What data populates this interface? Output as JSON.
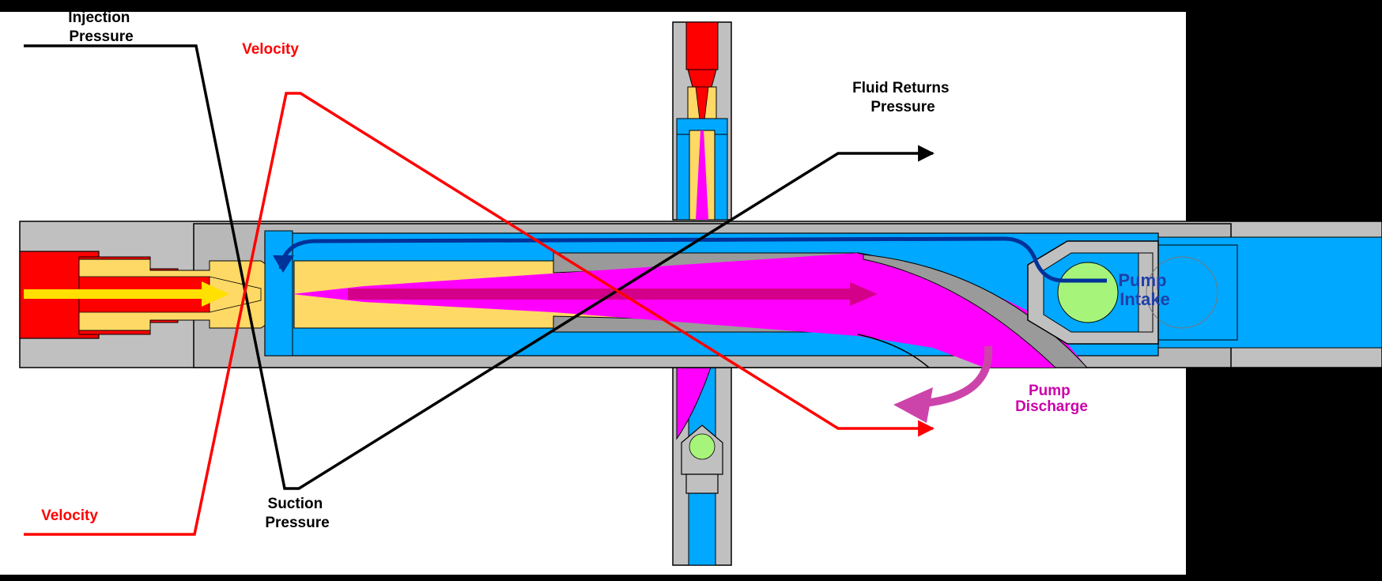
{
  "labels": {
    "injection_pressure": [
      "Injection",
      "Pressure"
    ],
    "velocity_top": "Velocity",
    "velocity_bottom": "Velocity",
    "fluid_returns_pressure": [
      "Fluid Returns",
      "Pressure"
    ],
    "suction_pressure": [
      "Suction",
      "Pressure"
    ],
    "pump_intake": [
      "Pump",
      "Intake"
    ],
    "pump_discharge": [
      "Pump",
      "Discharge"
    ]
  },
  "colors": {
    "background": "#ffffff",
    "frame": "#000000",
    "housing": "#c0c0c0",
    "power_fluid": "#ff0000",
    "nozzle": "#ffd966",
    "produced_fluid": "#00a8ff",
    "mixed_fluid": "#ff00ff",
    "valve_ball": "#a6f57a",
    "pressure_line": "#000000",
    "velocity_line": "#ff0000",
    "intake_label": "#1f3fa8",
    "discharge_label": "#cc00aa",
    "discharge_arrow": "#cc44aa",
    "intake_arrow": "#003399"
  }
}
